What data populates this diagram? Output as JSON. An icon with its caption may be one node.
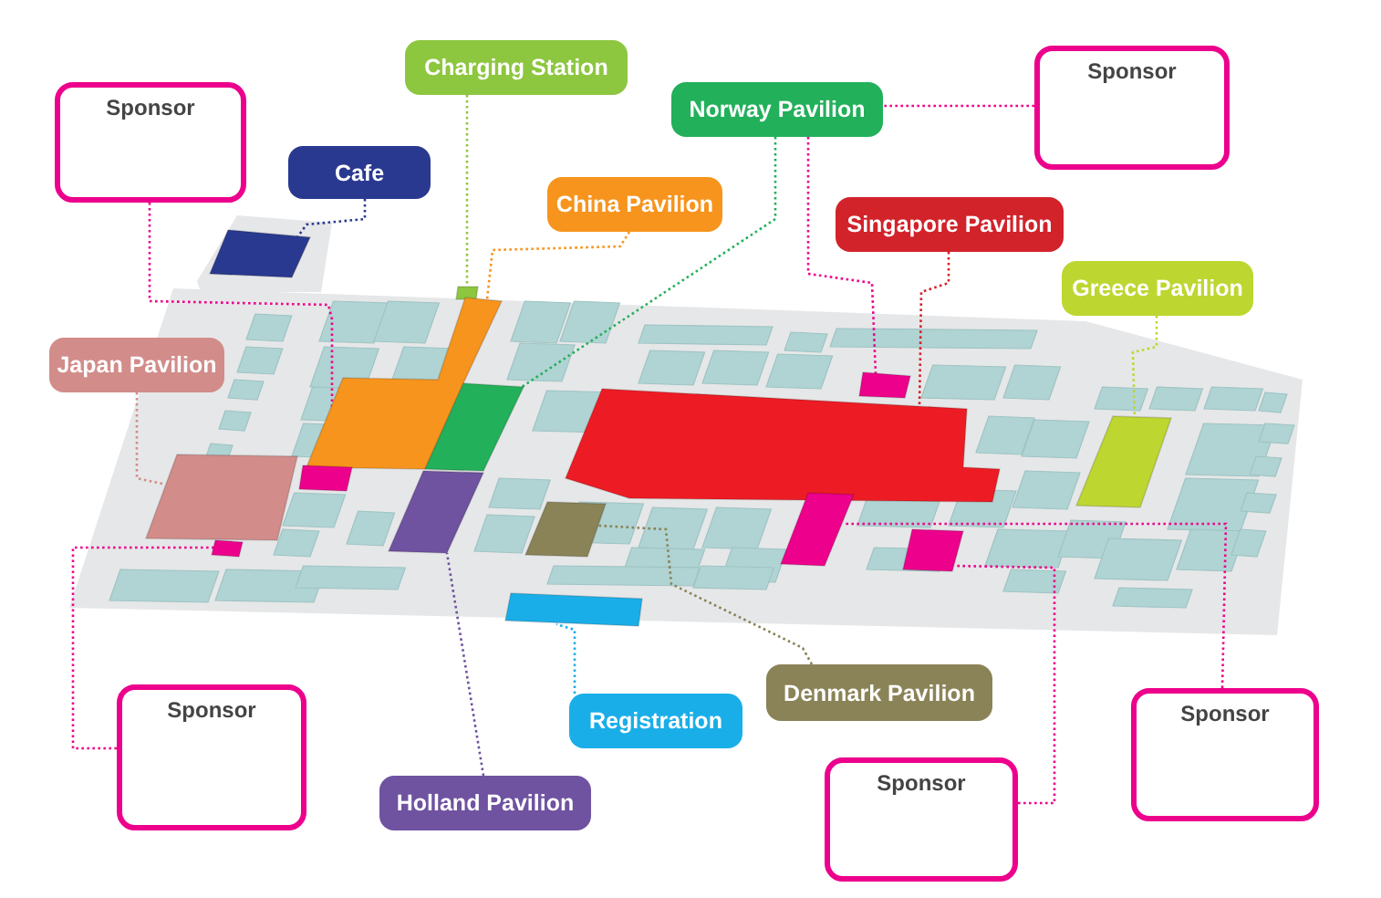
{
  "diagram": {
    "nodes": [
      {
        "text": [
          "Sponsor"
        ]
      },
      {
        "text": [
          "Cafe"
        ]
      },
      {
        "text": [
          "Charging Station"
        ]
      },
      {
        "text": [
          "China Pavilion"
        ]
      },
      {
        "text": [
          "Norway Pavilion"
        ]
      },
      {
        "text": [
          "Sponsor"
        ]
      },
      {
        "text": [
          "Singapore Pavilion"
        ]
      },
      {
        "text": [
          "Greece Pavilion"
        ]
      },
      {
        "text": [
          "Japan Pavilion"
        ]
      },
      {
        "text": [
          "Sponsor"
        ]
      },
      {
        "text": [
          "Holland Pavilion"
        ]
      },
      {
        "text": [
          "Registration"
        ]
      },
      {
        "text": [
          "Denmark Pavilion"
        ]
      },
      {
        "text": [
          "Sponsor"
        ]
      },
      {
        "text": [
          "Sponsor"
        ]
      },
      {
        "text": [],
        "shape": "box"
      },
      {
        "text": [],
        "shape": "box"
      },
      {
        "text": [],
        "shape": "box"
      },
      {
        "text": [],
        "shape": "box"
      },
      {
        "text": [],
        "shape": "box"
      },
      {
        "text": [],
        "shape": "box"
      },
      {
        "text": [],
        "shape": "box"
      },
      {
        "text": [],
        "shape": "box"
      },
      {
        "text": [],
        "shape": "box"
      },
      {
        "text": [],
        "shape": "box"
      },
      {
        "text": [],
        "shape": "box"
      },
      {
        "text": [],
        "shape": "box"
      },
      {
        "text": [],
        "shape": "box"
      },
      {
        "text": [],
        "shape": "box"
      },
      {
        "text": [],
        "shape": "box"
      }
    ],
    "edges": [
      {
        "from": 0,
        "to": 19,
        "arrow": "none",
        "style": "dashed",
        "color": "#ec008c"
      },
      {
        "from": 1,
        "to": 15,
        "arrow": "none",
        "style": "dashed",
        "color": "#2a3990"
      },
      {
        "from": 2,
        "to": 16,
        "arrow": "none",
        "style": "dashed",
        "color": "#8dc63f"
      },
      {
        "from": 3,
        "to": 17,
        "arrow": "none",
        "style": "dashed",
        "color": "#f7941d"
      },
      {
        "from": 4,
        "to": 18,
        "arrow": "none",
        "style": "dashed",
        "color": "#22b05a"
      },
      {
        "from": 5,
        "to": 25,
        "arrow": "none",
        "style": "dashed",
        "color": "#ec008c"
      },
      {
        "from": 6,
        "to": 26,
        "arrow": "none",
        "style": "dashed",
        "color": "#d2232a"
      },
      {
        "from": 7,
        "to": 27,
        "arrow": "none",
        "style": "dashed",
        "color": "#bed630"
      },
      {
        "from": 8,
        "to": 20,
        "arrow": "none",
        "style": "dashed",
        "color": "#d28c8a"
      },
      {
        "from": 9,
        "to": 21,
        "arrow": "none",
        "style": "dashed",
        "color": "#ec008c"
      },
      {
        "from": 10,
        "to": 22,
        "arrow": "none",
        "style": "dashed",
        "color": "#6f52a0"
      },
      {
        "from": 11,
        "to": 24,
        "arrow": "none",
        "style": "dashed",
        "color": "#1aaee9"
      },
      {
        "from": 12,
        "to": 23,
        "arrow": "none",
        "style": "dashed",
        "color": "#8a8357"
      },
      {
        "from": 13,
        "to": 28,
        "arrow": "none",
        "style": "dashed",
        "color": "#ec008c"
      },
      {
        "from": 14,
        "to": 29,
        "arrow": "none",
        "style": "dashed",
        "color": "#ec008c"
      }
    ]
  }
}
